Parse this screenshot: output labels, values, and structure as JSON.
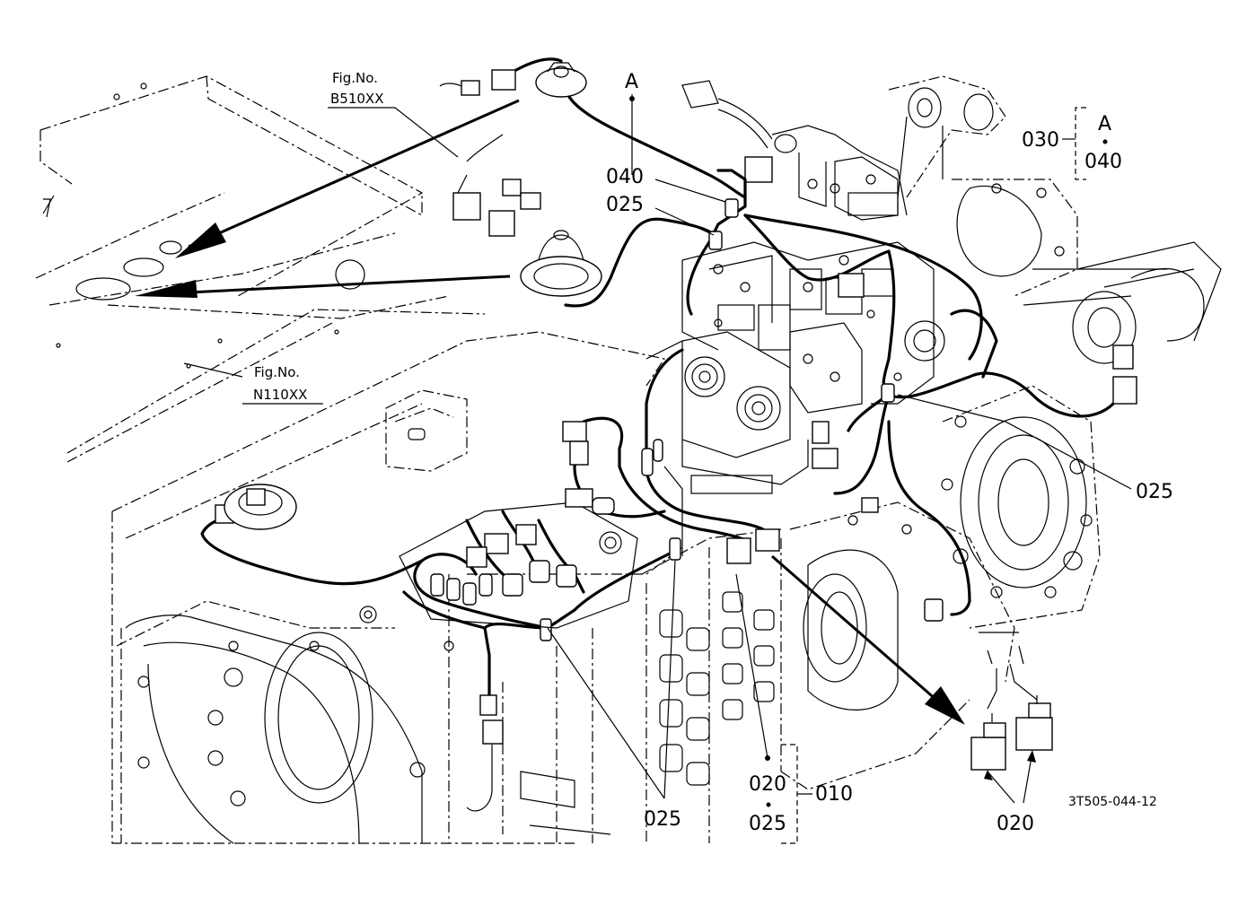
{
  "figure_refs": [
    {
      "line1": "Fig.No.",
      "line2": "B510XX"
    },
    {
      "line1": "Fig.No.",
      "line2": "N110XX"
    }
  ],
  "callouts": {
    "a_top": "A",
    "c040_left": "040",
    "c025_left": "025",
    "c030": "030",
    "bracket_a": "A",
    "bracket_040": "040",
    "c025_right": "025",
    "c025_bottom_mid": "025",
    "c020_mid": "020",
    "c025_mid": "025",
    "c010": "010",
    "c020_right": "020"
  },
  "drawing_code": "3T505-044-12"
}
